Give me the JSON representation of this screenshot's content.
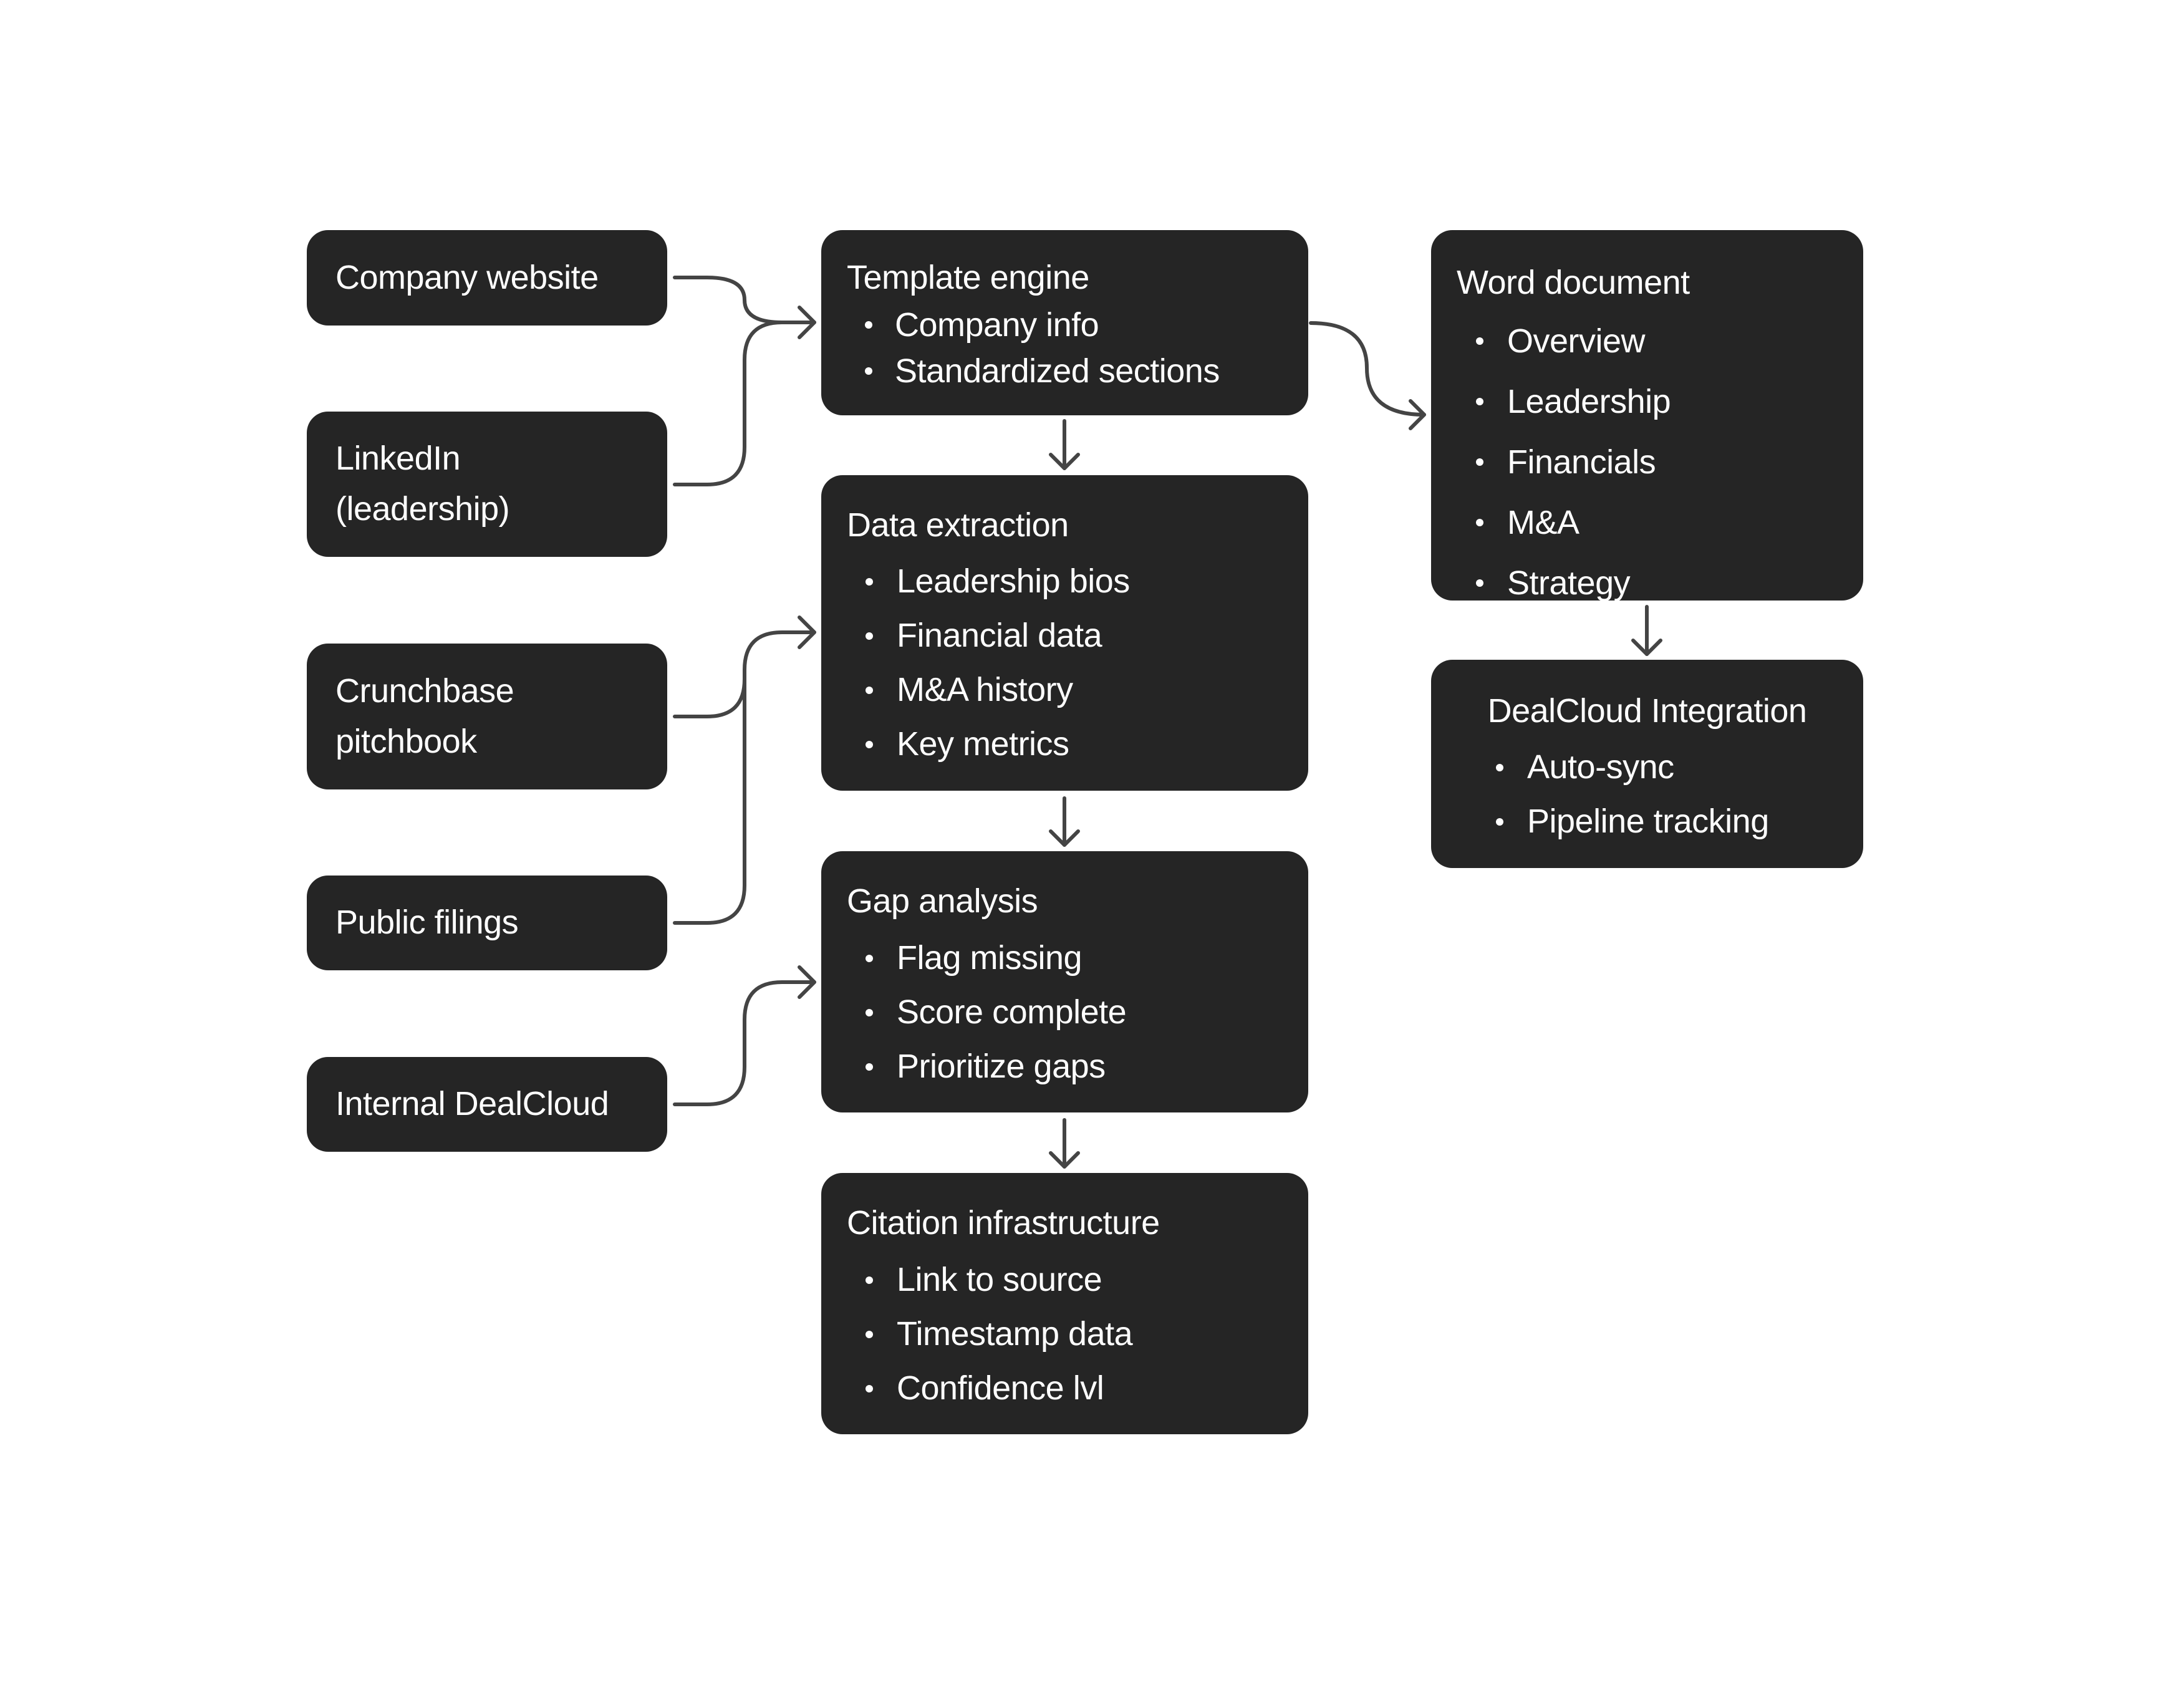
{
  "diagram": {
    "colors": {
      "node_fill": "#252525",
      "node_text": "#ffffff",
      "connector": "#444444",
      "background": "#ffffff"
    },
    "sources": [
      {
        "id": "company-website",
        "lines": [
          "Company website"
        ]
      },
      {
        "id": "linkedin",
        "lines": [
          "LinkedIn",
          "(leadership)"
        ]
      },
      {
        "id": "crunchbase",
        "lines": [
          "Crunchbase",
          "pitchbook"
        ]
      },
      {
        "id": "public-filings",
        "lines": [
          "Public filings"
        ]
      },
      {
        "id": "internal-dealcloud",
        "lines": [
          "Internal DealCloud"
        ]
      }
    ],
    "pipeline": [
      {
        "id": "template-engine",
        "title": "Template engine",
        "items": [
          "Company info",
          "Standardized sections"
        ]
      },
      {
        "id": "data-extraction",
        "title": "Data extraction",
        "items": [
          "Leadership bios",
          "Financial data",
          "M&A history",
          "Key metrics"
        ]
      },
      {
        "id": "gap-analysis",
        "title": "Gap analysis",
        "items": [
          "Flag missing",
          "Score complete",
          "Prioritize gaps"
        ]
      },
      {
        "id": "citation-infrastructure",
        "title": "Citation infrastructure",
        "items": [
          "Link to source",
          "Timestamp data",
          "Confidence lvl"
        ]
      }
    ],
    "outputs": [
      {
        "id": "word-document",
        "title": "Word document",
        "items": [
          "Overview",
          "Leadership",
          "Financials",
          "M&A",
          "Strategy"
        ]
      },
      {
        "id": "dealcloud-integration",
        "title": "DealCloud Integration",
        "items": [
          "Auto-sync",
          "Pipeline tracking"
        ]
      }
    ],
    "edges": [
      {
        "from": "company-website",
        "to": "template-engine"
      },
      {
        "from": "linkedin",
        "to": "template-engine"
      },
      {
        "from": "crunchbase",
        "to": "data-extraction"
      },
      {
        "from": "public-filings",
        "to": "data-extraction"
      },
      {
        "from": "internal-dealcloud",
        "to": "gap-analysis"
      },
      {
        "from": "template-engine",
        "to": "data-extraction"
      },
      {
        "from": "data-extraction",
        "to": "gap-analysis"
      },
      {
        "from": "gap-analysis",
        "to": "citation-infrastructure"
      },
      {
        "from": "template-engine",
        "to": "word-document"
      },
      {
        "from": "word-document",
        "to": "dealcloud-integration"
      }
    ]
  }
}
